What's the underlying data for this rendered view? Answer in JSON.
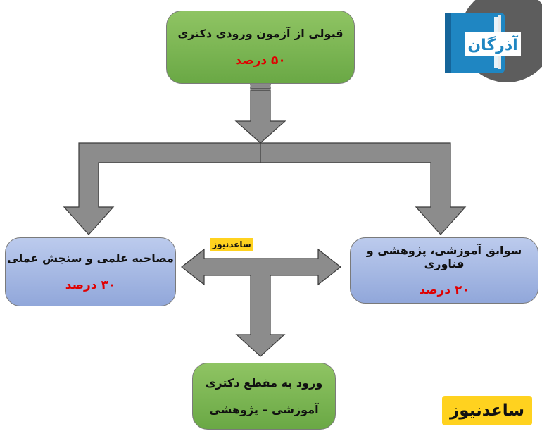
{
  "top": {
    "title": "قبولی از آزمون ورودی دکتری",
    "percent": "۵۰ درصد"
  },
  "left": {
    "title": "مصاحبه علمی و سنجش عملی",
    "percent": "۳۰ درصد"
  },
  "right": {
    "title": "سوابق آموزشی، پژوهشی و فناوری",
    "percent": "۲۰ درصد"
  },
  "bottom": {
    "line1": "ورود به مقطع دکتری",
    "line2": "آموزشی – پژوهشی"
  },
  "watermark_small": "ساعدنیوز",
  "watermark_big": "ساعدنیوز",
  "logo_text": "آذرگان",
  "colors": {
    "green": "#7ab652",
    "blue": "#a9bbe5",
    "percent_red": "#e00000",
    "arrow_gray": "#8c8c8c",
    "tag_yellow": "#ffd21f",
    "logo_circle": "#5d5d5d",
    "logo_book": "#1f86c2"
  }
}
